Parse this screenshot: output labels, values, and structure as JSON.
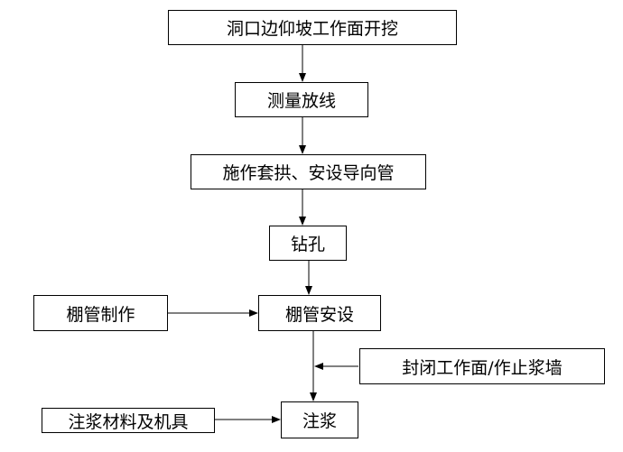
{
  "diagram": {
    "nodes": {
      "excavation": "洞口边仰坡工作面开挖",
      "survey": "测量放线",
      "arch": "施作套拱、安设导向管",
      "drill": "钻孔",
      "fabrication": "棚管制作",
      "install": "棚管安设",
      "seal": "封闭工作面/作止浆墙",
      "grouting": "注浆",
      "materials": "注浆材料及机具"
    },
    "colors": {
      "stroke": "#000000",
      "background": "#ffffff"
    }
  }
}
